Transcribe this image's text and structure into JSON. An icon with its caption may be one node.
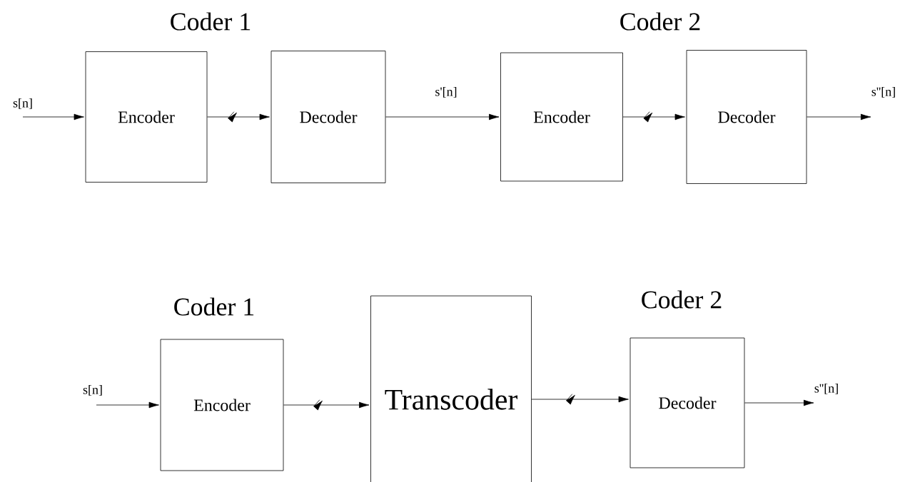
{
  "diagram": {
    "nodes": [
      {
        "text": [
          "Encoder"
        ]
      },
      {
        "text": [
          "Decoder"
        ]
      },
      {
        "text": [
          "Encoder"
        ]
      },
      {
        "text": [
          "Decoder"
        ]
      },
      {
        "text": [
          "Encoder"
        ]
      },
      {
        "text": [
          "Transcoder"
        ]
      },
      {
        "text": [
          "Decoder"
        ]
      }
    ],
    "edges": [
      {
        "from": null,
        "to": 0,
        "arrow": "to",
        "label": "s[n]"
      },
      {
        "from": 0,
        "to": 1,
        "arrow": "to"
      },
      {
        "from": 1,
        "to": 2,
        "arrow": "to",
        "label": "s'[n]"
      },
      {
        "from": 2,
        "to": 3,
        "arrow": "to"
      },
      {
        "from": 3,
        "to": null,
        "arrow": "to",
        "label": "s''[n]"
      },
      {
        "from": null,
        "to": 4,
        "arrow": "to",
        "label": "s[n]"
      },
      {
        "from": 4,
        "to": 5,
        "arrow": "to"
      },
      {
        "from": 5,
        "to": 6,
        "arrow": "to"
      },
      {
        "from": 6,
        "to": null,
        "arrow": "to",
        "label": "s''[n]"
      }
    ],
    "labels": [
      "Coder 1",
      "Coder 2",
      "Coder 1",
      "Coder 2"
    ]
  }
}
